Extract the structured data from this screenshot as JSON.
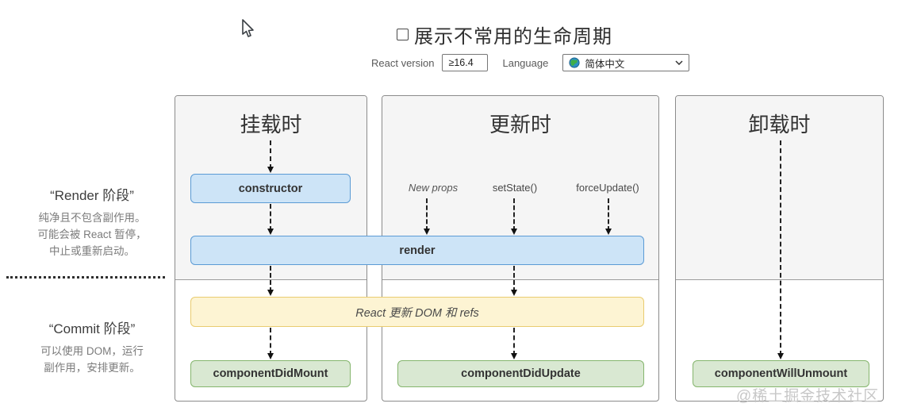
{
  "header": {
    "title": "展示不常用的生命周期",
    "react_version_label": "React version",
    "react_version_value": "≥16.4",
    "language_label": "Language",
    "language_value": "简体中文"
  },
  "sidebar": {
    "render_phase": {
      "title": "“Render 阶段”",
      "lines": [
        "纯净且不包含副作用。",
        "可能会被 React 暂停，",
        "中止或重新启动。"
      ]
    },
    "commit_phase": {
      "title": "“Commit 阶段”",
      "lines": [
        "可以使用 DOM，运行",
        "副作用，安排更新。"
      ]
    }
  },
  "columns": {
    "mount": {
      "title": "挂载时"
    },
    "update": {
      "title": "更新时",
      "triggers": [
        "New props",
        "setState()",
        "forceUpdate()"
      ]
    },
    "unmount": {
      "title": "卸载时"
    }
  },
  "nodes": {
    "constructor": "constructor",
    "render": "render",
    "react_updates": "React 更新 DOM 和 refs",
    "component_did_mount": "componentDidMount",
    "component_did_update": "componentDidUpdate",
    "component_will_unmount": "componentWillUnmount"
  },
  "icons": {
    "globe": "globe-icon",
    "chevron": "chevron-down-icon",
    "checkbox": "show-less-common-lifecycles-checkbox"
  },
  "colors": {
    "node_blue_bg": "#cde4f7",
    "node_blue_border": "#5b9bd5",
    "node_green_bg": "#d9e8d2",
    "node_green_border": "#85b56d",
    "node_yellow_bg": "#fdf4d3",
    "node_yellow_border": "#e9cc70",
    "panel_top_bg": "#f5f5f5",
    "panel_border": "#8b8b8b"
  },
  "watermark": "@稀土掘金技术社区"
}
